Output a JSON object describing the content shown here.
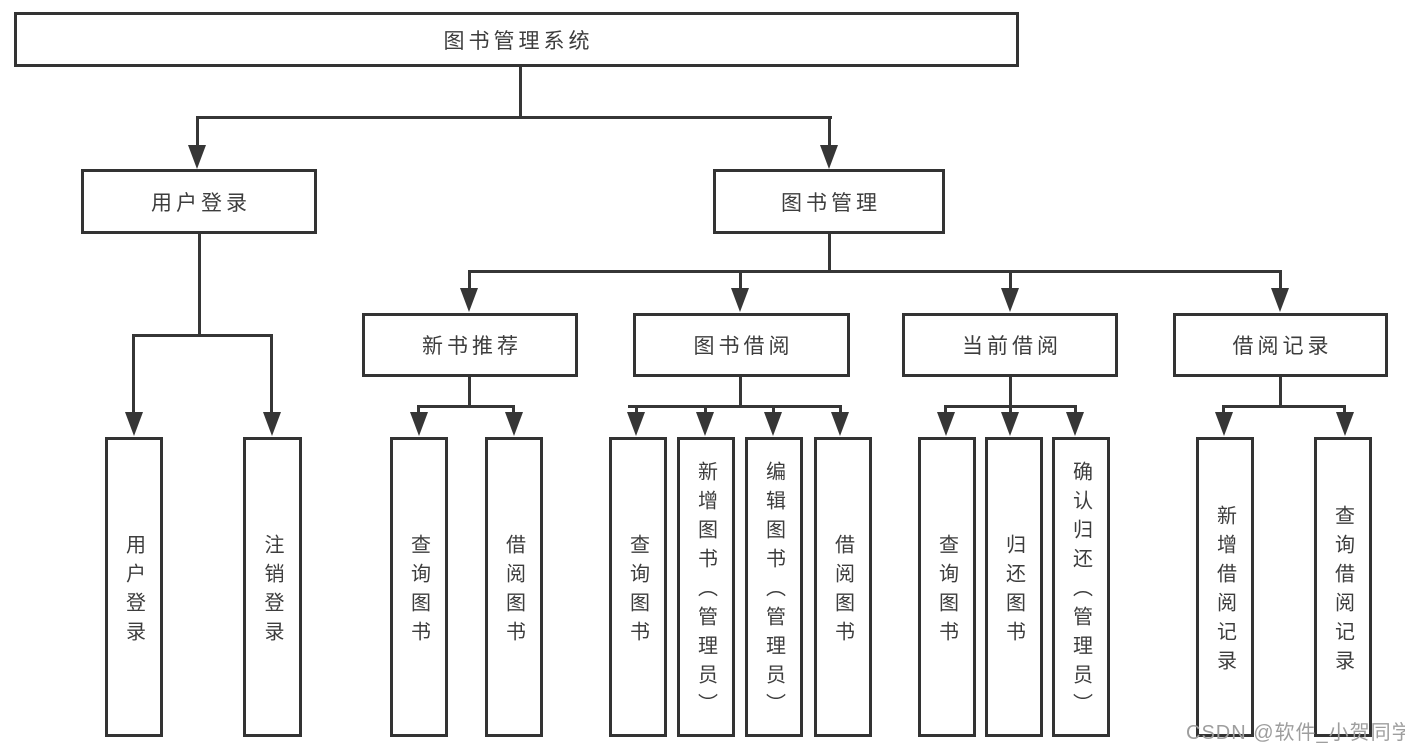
{
  "tree": {
    "label": "图书管理系统",
    "children": [
      {
        "label": "用户登录",
        "children": [
          {
            "label": "用户登录"
          },
          {
            "label": "注销登录"
          }
        ]
      },
      {
        "label": "图书管理",
        "children": [
          {
            "label": "新书推荐",
            "children": [
              {
                "label": "查询图书"
              },
              {
                "label": "借阅图书"
              }
            ]
          },
          {
            "label": "图书借阅",
            "children": [
              {
                "label": "查询图书"
              },
              {
                "label": "新增图书（管理员）"
              },
              {
                "label": "编辑图书（管理员）"
              },
              {
                "label": "借阅图书"
              }
            ]
          },
          {
            "label": "当前借阅",
            "children": [
              {
                "label": "查询图书"
              },
              {
                "label": "归还图书"
              },
              {
                "label": "确认归还（管理员）"
              }
            ]
          },
          {
            "label": "借阅记录",
            "children": [
              {
                "label": "新增借阅记录"
              },
              {
                "label": "查询借阅记录"
              }
            ]
          }
        ]
      }
    ]
  },
  "watermark": {
    "text": "CSDN @软件_小贺同学"
  },
  "colors": {
    "line": "#363636",
    "border": "#333333",
    "text": "#3d3d3d",
    "background": "#ffffff",
    "watermark": "#9e9e9e"
  }
}
